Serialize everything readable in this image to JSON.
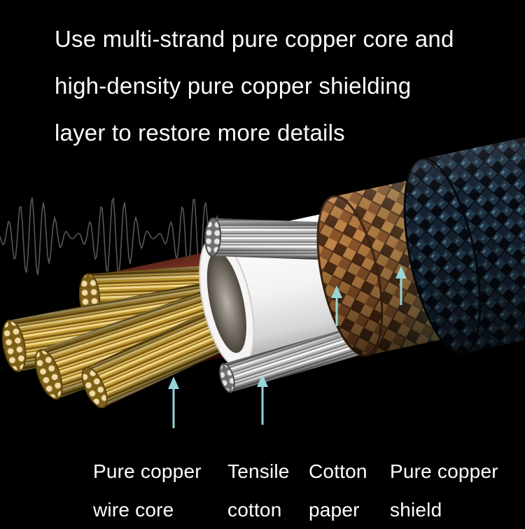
{
  "heading": {
    "line1": "Use multi-strand pure copper core and",
    "line2": "high-density pure copper shielding",
    "line3": "layer to restore more details"
  },
  "labels": [
    {
      "line1": "Pure copper",
      "line2": "wire core"
    },
    {
      "line1": "Tensile",
      "line2": "cotton"
    },
    {
      "line1": "Cotton",
      "line2": "paper"
    },
    {
      "line1": "Pure copper",
      "line2": "shield"
    }
  ],
  "diagram": {
    "type": "annotated-product-cutaway",
    "subject": "audio cable cross-section",
    "parts": [
      "Pure copper wire core",
      "Tensile cotton",
      "Cotton paper",
      "Pure copper shield"
    ],
    "decorations": [
      "audio-waveform-graphic",
      "cyan pointer arrows"
    ]
  },
  "colors": {
    "background": "#000000",
    "text": "#ffffff",
    "arrow_accent": "#9adfe2",
    "copper_braid": "#b97c40",
    "gold_wire": "#d8b34a",
    "outer_jacket": "#1f3142",
    "inner_sheath_red": "#8a2718",
    "cotton_paper_white": "#f2f2f2",
    "waveform_gray": "#606060"
  }
}
